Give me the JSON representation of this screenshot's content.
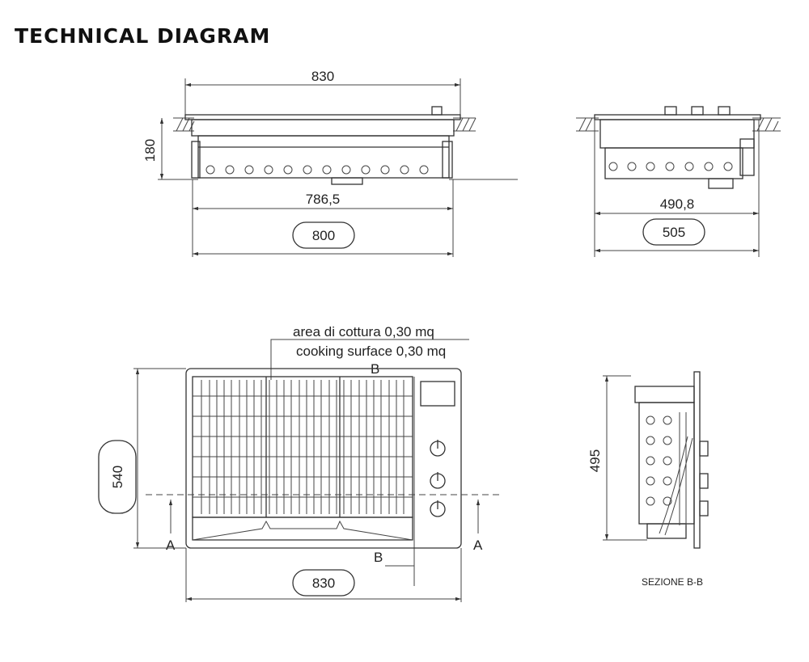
{
  "title": "TECHNICAL DIAGRAM",
  "front_view": {
    "width_top": "830",
    "height": "180",
    "width_inner": "786,5",
    "width_cutout": "800"
  },
  "side_view": {
    "depth_inner": "490,8",
    "depth_cutout": "505"
  },
  "top_view": {
    "note_it": "area di cottura 0,30 mq",
    "note_en": "cooking surface 0,30 mq",
    "section_b_top": "B",
    "section_b_bottom": "B",
    "section_a_left": "A",
    "section_a_right": "A",
    "height_cutout": "540",
    "width_bottom": "830"
  },
  "section_view": {
    "height": "495",
    "caption": "SEZIONE B-B"
  }
}
